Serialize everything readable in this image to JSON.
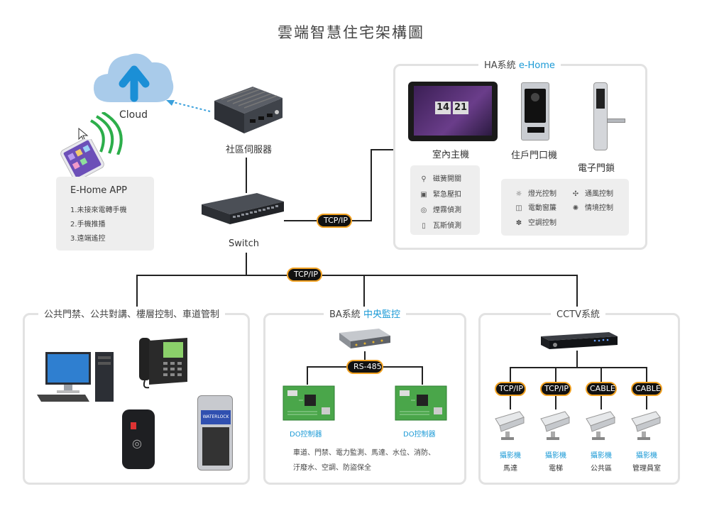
{
  "title": "雲端智慧住宅架構圖",
  "cloud": {
    "label": "Cloud"
  },
  "server": {
    "label": "社區伺服器"
  },
  "switch": {
    "label": "Switch"
  },
  "app": {
    "title": "E-Home APP",
    "items": [
      "1.未接來電轉手機",
      "2.手機推播",
      "3.遠端遙控"
    ]
  },
  "links": {
    "tcp_ha": "TCP/IP",
    "tcp_main": "TCP/IP",
    "rs485": "RS-485"
  },
  "ha": {
    "title_prefix": "HA系統 ",
    "title_accent": "e-Home",
    "indoor_label": "室內主機",
    "indoor_time_h": "14",
    "indoor_time_m": "21",
    "door_label": "住戶門口機",
    "lock_label": "電子門鎖",
    "sensors": [
      "磁簧開關",
      "緊急壓扣",
      "煙霧偵測",
      "瓦斯偵測"
    ],
    "controls": [
      "燈光控制",
      "通風控制",
      "電動窗簾",
      "情境控制",
      "空調控制"
    ]
  },
  "public": {
    "title": "公共門禁、公共對講、樓層控制、車道管制",
    "panel_brand": "WATERLOCK"
  },
  "ba": {
    "title_prefix": "BA系統 ",
    "title_accent": "中央監控",
    "do_left": "DO控制器",
    "do_right": "DO控制器",
    "desc_line1": "車道、門禁、電力監測、馬達、水位、消防、",
    "desc_line2": "汙廢水、空調、防盜保全"
  },
  "cctv": {
    "title": "CCTV系統",
    "links": [
      "TCP/IP",
      "TCP/IP",
      "CABLE",
      "CABLE"
    ],
    "cameras": [
      {
        "type": "攝影機",
        "place": "馬達"
      },
      {
        "type": "攝影機",
        "place": "電梯"
      },
      {
        "type": "攝影機",
        "place": "公共區"
      },
      {
        "type": "攝影機",
        "place": "管理員室"
      }
    ]
  },
  "colors": {
    "accent": "#1b9ad6",
    "pill_border": "#f0a020",
    "panel_border": "#e2e2e2"
  }
}
